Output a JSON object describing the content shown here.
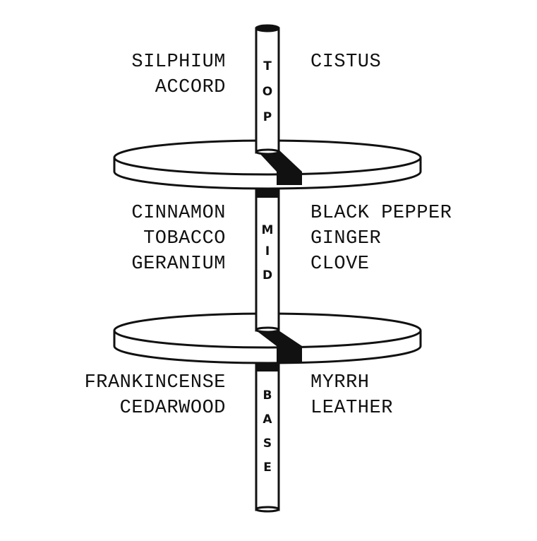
{
  "tiers": [
    {
      "label": [
        "T",
        "O",
        "P"
      ],
      "left_notes": [
        "SILPHIUM",
        "ACCORD"
      ],
      "right_notes": [
        "CISTUS"
      ]
    },
    {
      "label": [
        "M",
        "I",
        "D"
      ],
      "left_notes": [
        "CINNAMON",
        "TOBACCO",
        "GERANIUM"
      ],
      "right_notes": [
        "BLACK PEPPER",
        "GINGER",
        "CLOVE"
      ]
    },
    {
      "label": [
        "B",
        "A",
        "S",
        "E"
      ],
      "left_notes": [
        "FRANKINCENSE",
        "CEDARWOOD"
      ],
      "right_notes": [
        "MYRRH",
        "LEATHER"
      ]
    }
  ],
  "colors": {
    "ink": "#111111",
    "background": "#ffffff"
  }
}
